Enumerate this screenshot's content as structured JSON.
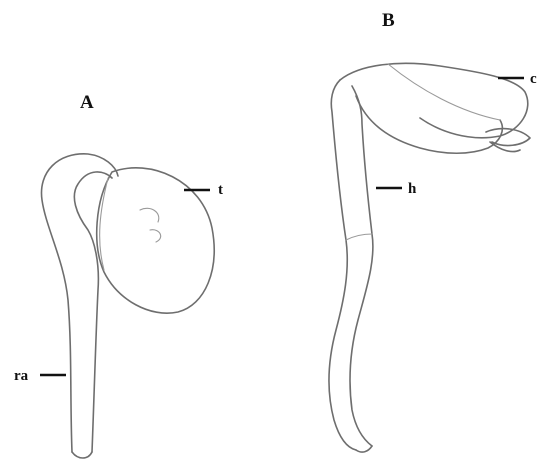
{
  "panels": {
    "a": {
      "letter": "A",
      "labels": {
        "testa": "t",
        "radicle": "ra"
      }
    },
    "b": {
      "letter": "B",
      "labels": {
        "cotyledon": "c",
        "hypocotyl": "h"
      }
    }
  },
  "colors": {
    "outline": "#6e6e6e",
    "label": "#111111",
    "background": "#ffffff"
  }
}
